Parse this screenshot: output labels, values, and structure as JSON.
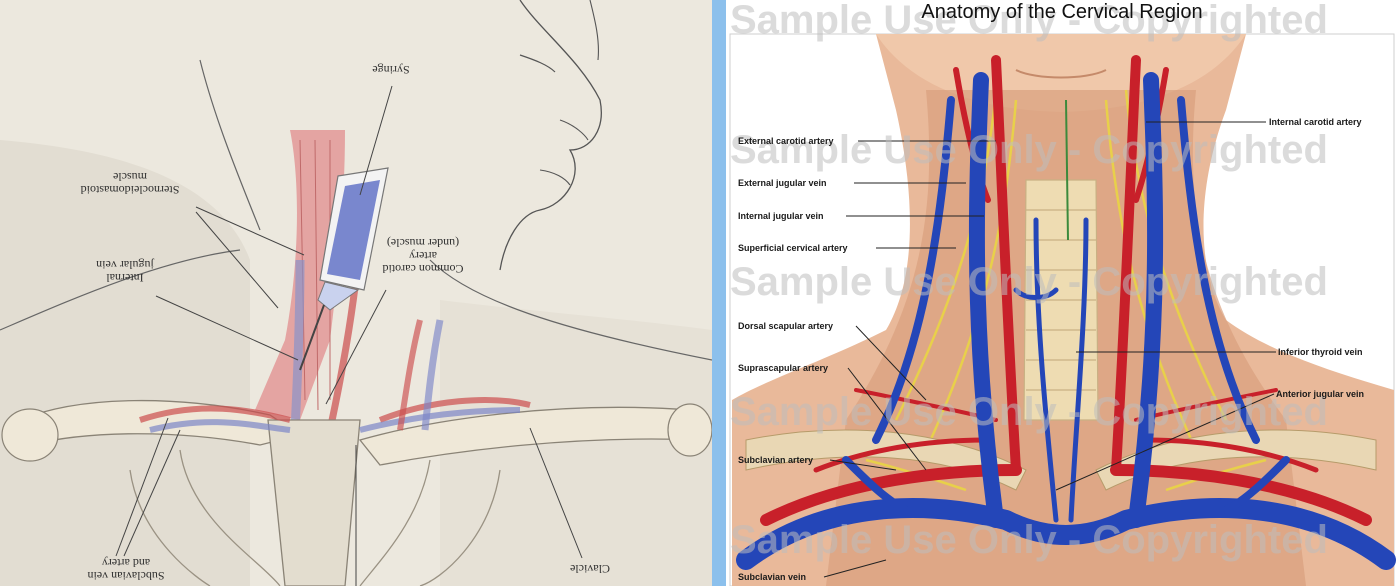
{
  "left_illustration": {
    "labels": {
      "syringe": "Syringe",
      "sternocleidomastoid": "Sternocleidomastoid\nmuscle",
      "internal_jugular": "Internal\njugular vein",
      "common_carotid": "Common carotid\nartery\n(under muscle)",
      "subclavian": "Subclavian vein\nand artery",
      "clavicle": "Clavicle"
    }
  },
  "right_illustration": {
    "title": "Anatomy of the Cervical Region",
    "watermark": "Sample Use Only - Copyrighted",
    "labels": {
      "external_carotid": "External carotid artery",
      "external_jugular": "External jugular vein",
      "internal_jugular": "Internal jugular vein",
      "superficial_cervical": "Superficial cervical artery",
      "dorsal_scapular": "Dorsal scapular artery",
      "suprascapular": "Suprascapular artery",
      "subclavian_artery": "Subclavian artery",
      "subclavian_vein": "Subclavian vein",
      "internal_carotid": "Internal carotid artery",
      "inferior_thyroid": "Inferior thyroid vein",
      "anterior_jugular": "Anterior jugular vein"
    }
  },
  "colors": {
    "artery": "#c8202a",
    "vein": "#2446b8",
    "nerve": "#e8d04a",
    "skin": "#e9b99a",
    "bone": "#e6d3a8"
  }
}
